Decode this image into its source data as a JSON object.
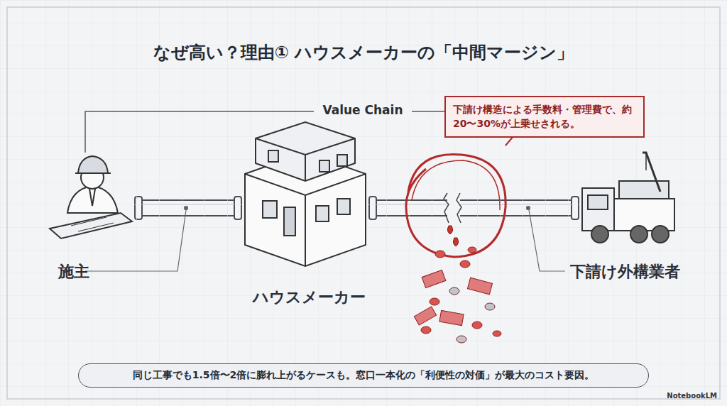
{
  "diagram": {
    "title": "なぜ高い？理由① ハウスメーカーの「中間マージン」",
    "caption": "同じ工事でも1.5倍〜2倍に膨れ上がるケースも。窓口一本化の「利便性の対価」が最大のコスト要因。",
    "nodes": [
      {
        "text": [
          "施主"
        ]
      },
      {
        "text": [
          "ハウスメーカー"
        ]
      },
      {
        "text": [
          "下請け外構業者"
        ]
      },
      {
        "text": [
          "下請け構造による手数料・管理費で、約20〜30%が上乗せされる。"
        ]
      }
    ],
    "edges": [
      {
        "from": 0,
        "to": 1,
        "arrow": "none"
      },
      {
        "from": 1,
        "to": 2,
        "arrow": "none"
      }
    ],
    "labels": [
      "Value Chain",
      "NotebookLM"
    ]
  }
}
